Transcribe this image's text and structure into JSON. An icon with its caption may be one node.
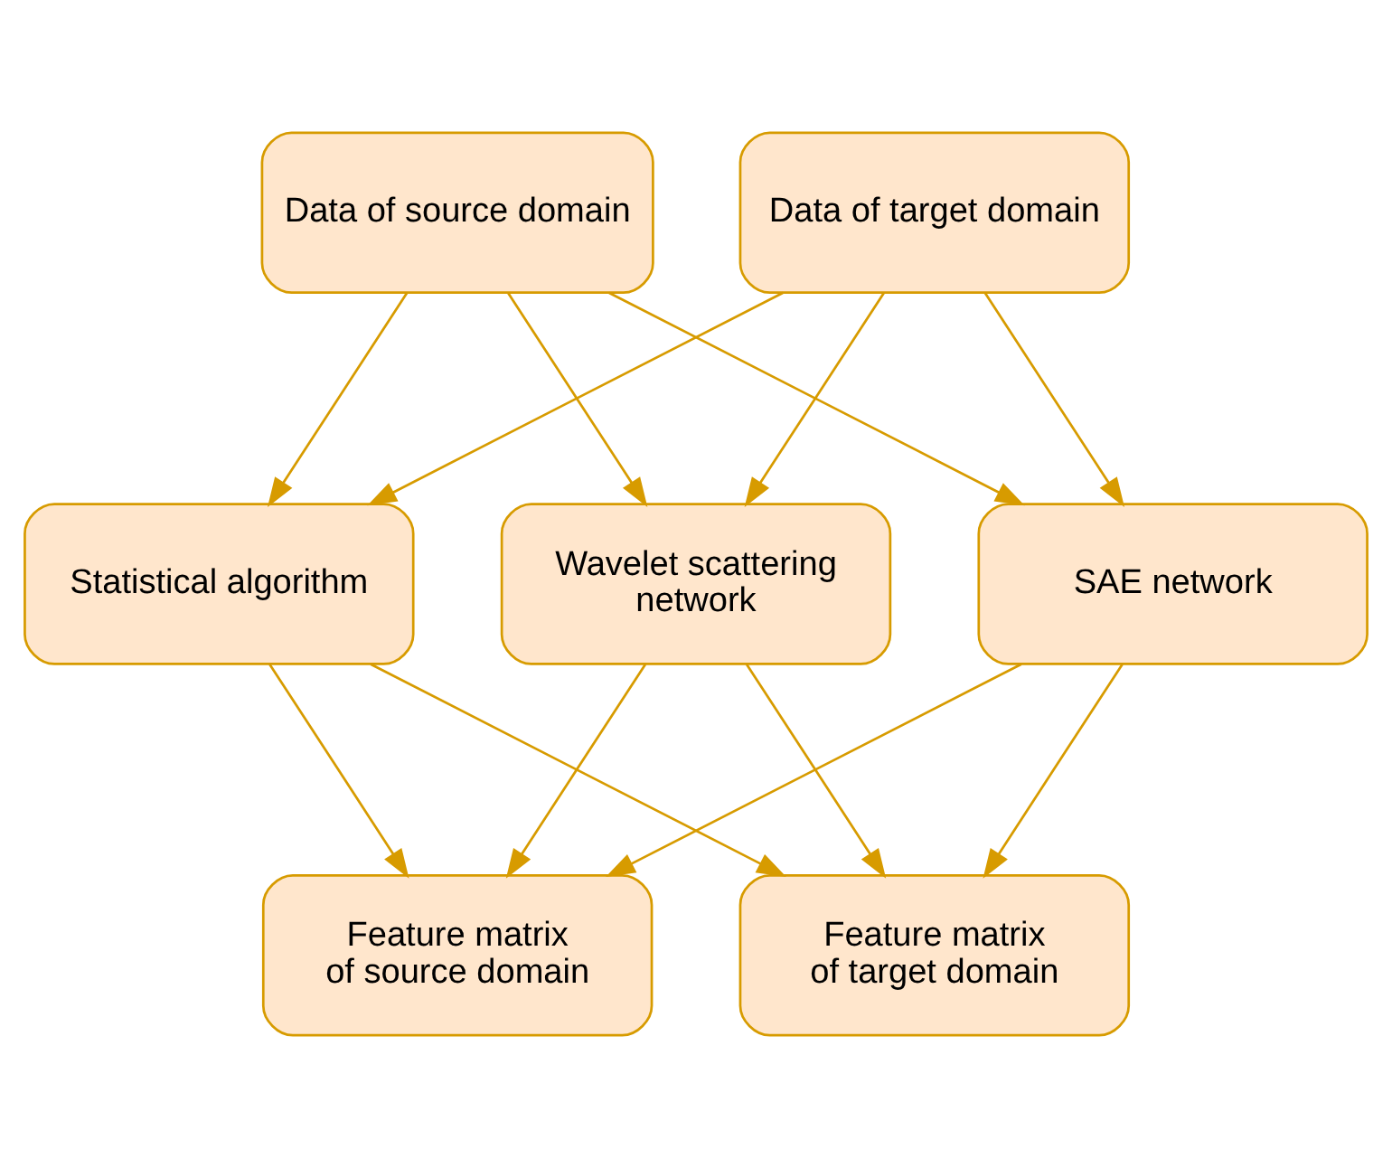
{
  "diagram": {
    "nodes": [
      {
        "text": [
          "Data of source domain"
        ]
      },
      {
        "text": [
          "Data of target domain"
        ]
      },
      {
        "text": [
          "Statistical algorithm"
        ]
      },
      {
        "text": [
          "Wavelet scattering network"
        ]
      },
      {
        "text": [
          "SAE network"
        ]
      },
      {
        "text": [
          "Feature matrix of source domain"
        ]
      },
      {
        "text": [
          "Feature matrix of target domain"
        ]
      }
    ],
    "edges": [
      {
        "from": 0,
        "to": 2,
        "arrow": "to"
      },
      {
        "from": 0,
        "to": 3,
        "arrow": "to"
      },
      {
        "from": 0,
        "to": 4,
        "arrow": "to"
      },
      {
        "from": 1,
        "to": 2,
        "arrow": "to"
      },
      {
        "from": 1,
        "to": 3,
        "arrow": "to"
      },
      {
        "from": 1,
        "to": 4,
        "arrow": "to"
      },
      {
        "from": 2,
        "to": 5,
        "arrow": "to"
      },
      {
        "from": 2,
        "to": 6,
        "arrow": "to"
      },
      {
        "from": 3,
        "to": 5,
        "arrow": "to"
      },
      {
        "from": 3,
        "to": 6,
        "arrow": "to"
      },
      {
        "from": 4,
        "to": 5,
        "arrow": "to"
      },
      {
        "from": 4,
        "to": 6,
        "arrow": "to"
      }
    ]
  }
}
